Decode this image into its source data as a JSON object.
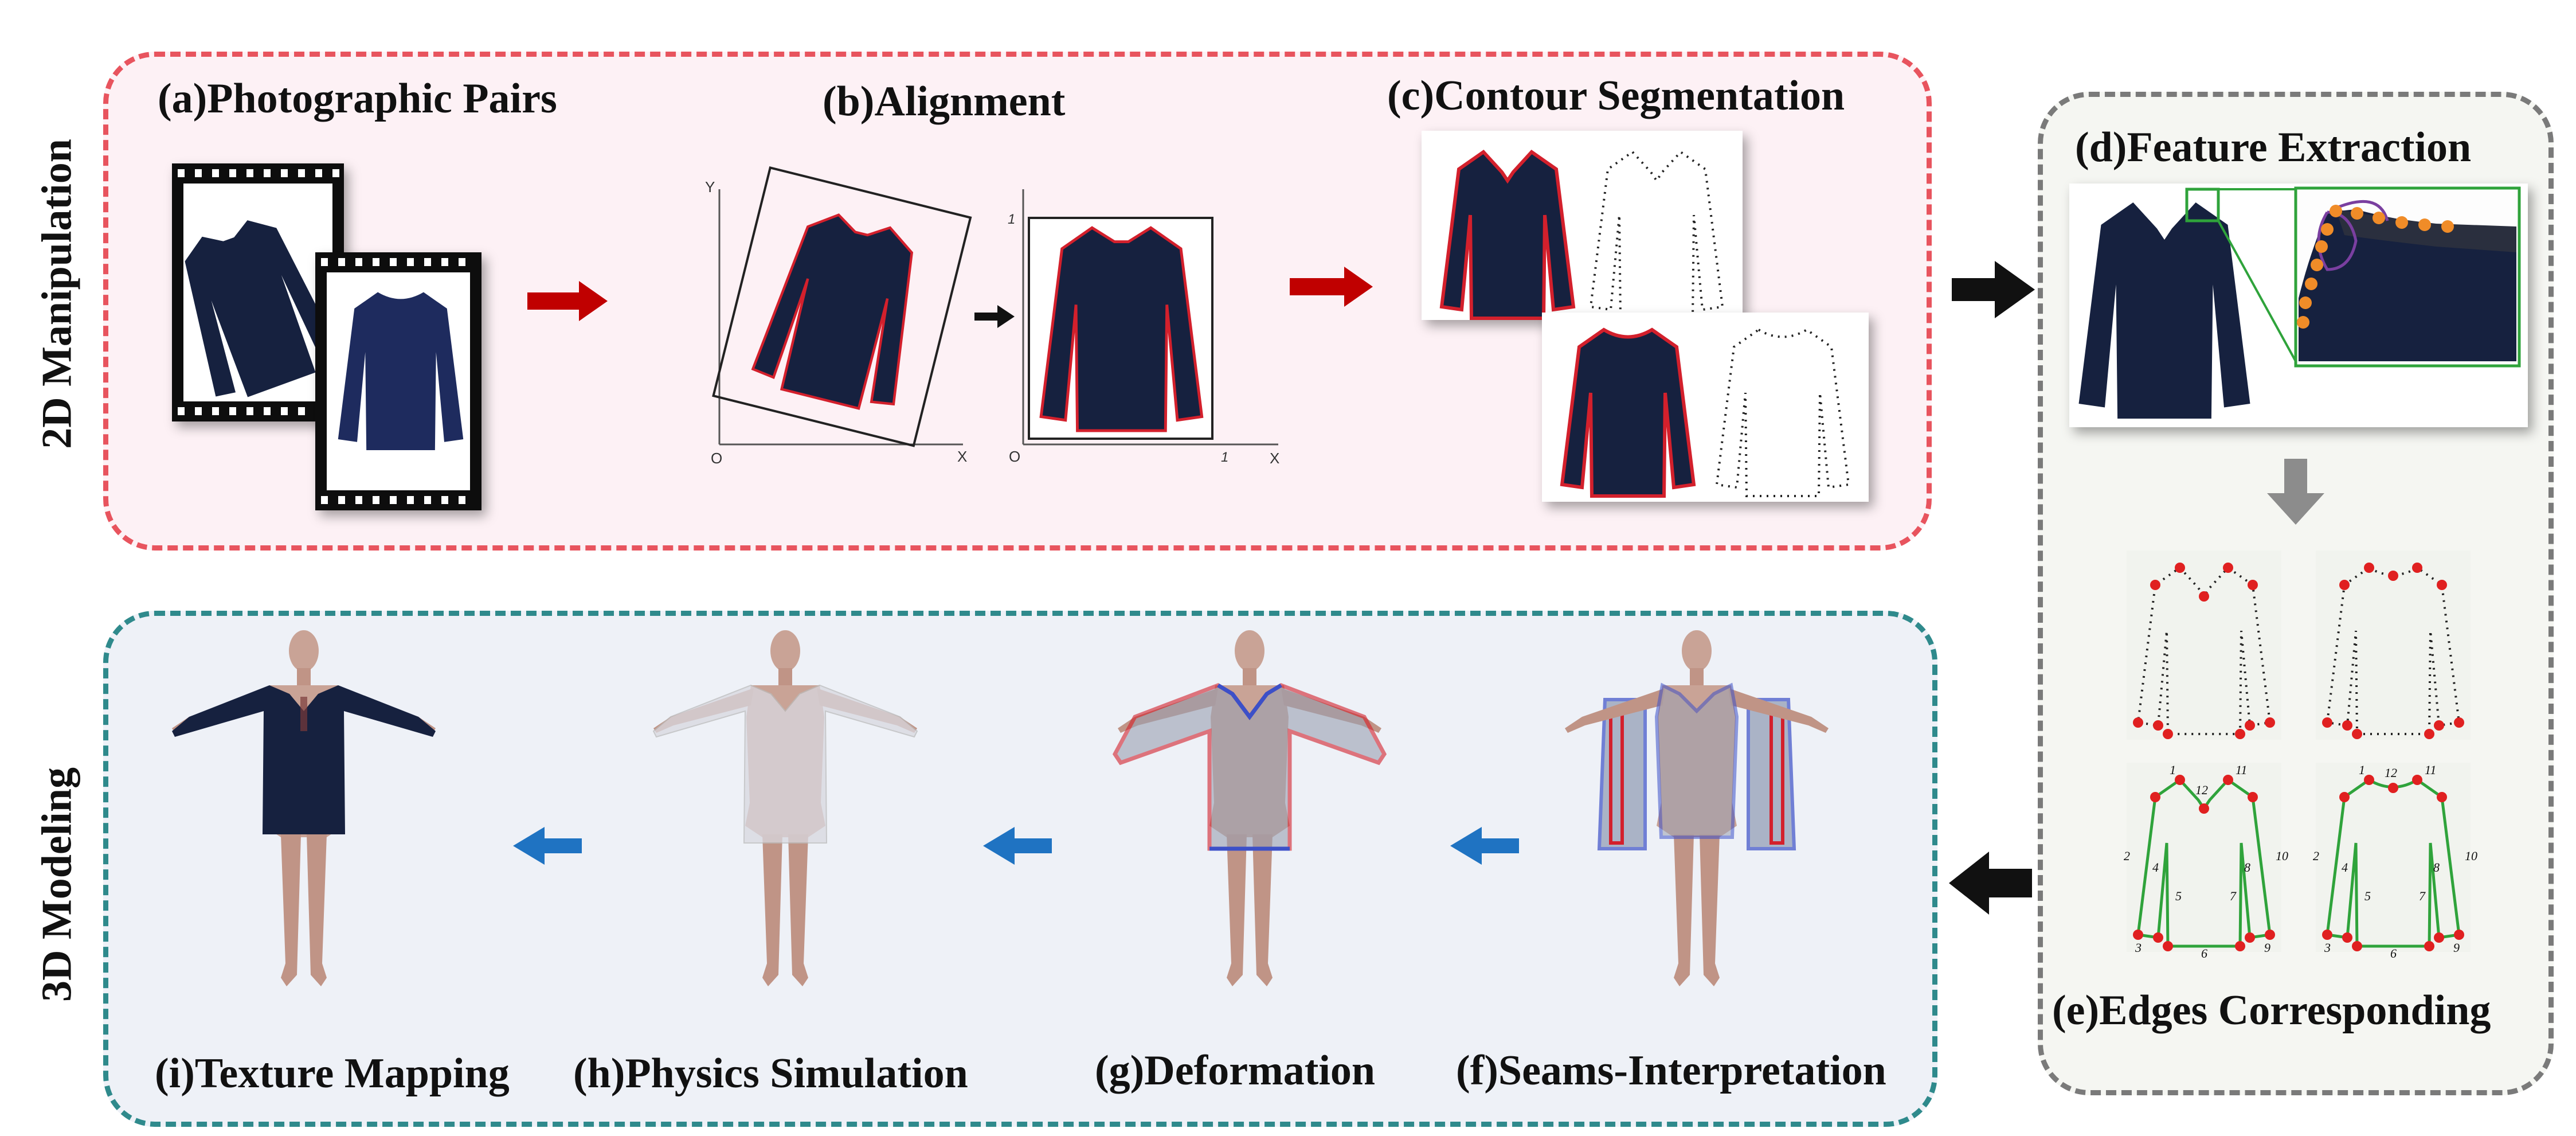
{
  "sections": {
    "top": "2D Manipulation",
    "bottom": "3D Modeling"
  },
  "steps": {
    "a": "(a)Photographic Pairs",
    "b": "(b)Alignment",
    "c": "(c)Contour Segmentation",
    "d": "(d)Feature Extraction",
    "e": "(e)Edges Corresponding",
    "f": "(f)Seams-Interpretation",
    "g": "(g)Deformation",
    "h": "(h)Physics Simulation",
    "i": "(i)Texture Mapping"
  },
  "alignment_axes": {
    "y": "Y",
    "x": "X",
    "origin": "O",
    "one_x": "1",
    "one_y": "1"
  },
  "edge_numbers": [
    "1",
    "2",
    "3",
    "4",
    "5",
    "6",
    "7",
    "8",
    "9",
    "10",
    "11",
    "12"
  ],
  "colors": {
    "top_border": "#e8545e",
    "top_fill": "#fdf1f5",
    "bottom_border": "#2f8a8c",
    "bottom_fill": "#eef1f7",
    "right_border": "#7a7a7a",
    "right_fill": "#f5f6f2",
    "red_arrow": "#c00000",
    "blue_arrow": "#1f73c2",
    "gray_arrow": "#8c8c8c",
    "garment": "#16213f",
    "contour_red": "#d3202c",
    "seam_green": "#2fa33b",
    "seam_blue": "#3c50c8",
    "skin": "#c9a396"
  }
}
